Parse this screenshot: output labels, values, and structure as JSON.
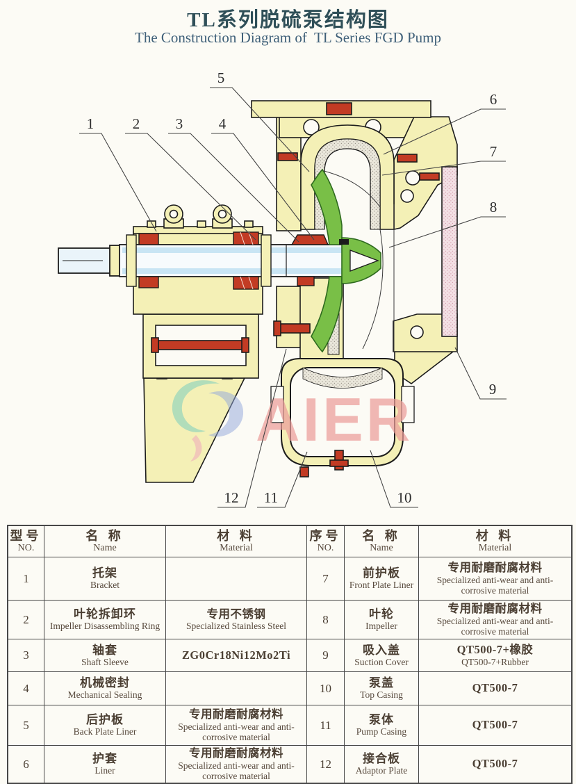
{
  "title": {
    "zh": "TL系列脱硫泵结构图",
    "en": "The Construction Diagram of  TL Series FGD Pump"
  },
  "watermark": {
    "text": "AIER"
  },
  "colors": {
    "casing_yellow": "#F4F0B6",
    "impeller_green": "#79BF47",
    "bolt_red": "#C23B24",
    "shaft_blue": "#CDE7F5",
    "suction_pink_hatch": "#F3E0E5",
    "liner_gray_hatch": "#EAE7DB",
    "title_zh_color": "#2F4F58",
    "title_en_color": "#3E5F78",
    "table_text": "#4B3F33",
    "watermark_red": "#EC9E9B"
  },
  "diagram": {
    "callouts": [
      {
        "n": "1"
      },
      {
        "n": "2"
      },
      {
        "n": "3"
      },
      {
        "n": "4"
      },
      {
        "n": "5"
      },
      {
        "n": "6"
      },
      {
        "n": "7"
      },
      {
        "n": "8"
      },
      {
        "n": "9"
      },
      {
        "n": "10"
      },
      {
        "n": "11"
      },
      {
        "n": "12"
      }
    ]
  },
  "table": {
    "header": {
      "col1_zh": "型号",
      "col1_en": "NO.",
      "col2_zh": "名 称",
      "col2_en": "Name",
      "col3_zh": "材 料",
      "col3_en": "Material",
      "col4_zh": "序号",
      "col4_en": "NO.",
      "col5_zh": "名 称",
      "col5_en": "Name",
      "col6_zh": "材 料",
      "col6_en": "Material"
    },
    "rows": [
      {
        "l_no": "1",
        "l_zh": "托架",
        "l_en": "Bracket",
        "l_mat_zh": "",
        "l_mat_en": "",
        "r_no": "7",
        "r_zh": "前护板",
        "r_en": "Front Plate Liner",
        "r_mat_zh": "专用耐磨耐腐材料",
        "r_mat_en": "Specialized anti-wear and anti-corrosive material"
      },
      {
        "l_no": "2",
        "l_zh": "叶轮拆卸环",
        "l_en": "Impeller Disassembling Ring",
        "l_mat_zh": "专用不锈钢",
        "l_mat_en": "Specialized Stainless Steel",
        "r_no": "8",
        "r_zh": "叶轮",
        "r_en": "Impeller",
        "r_mat_zh": "专用耐磨耐腐材料",
        "r_mat_en": "Specialized anti-wear and anti-corrosive material"
      },
      {
        "l_no": "3",
        "l_zh": "轴套",
        "l_en": "Shaft Sleeve",
        "l_mat_zh": "ZG0Cr18Ni12Mo2Ti",
        "l_mat_en": "",
        "r_no": "9",
        "r_zh": "吸入盖",
        "r_en": "Suction Cover",
        "r_mat_zh": "QT500-7+橡胶",
        "r_mat_en": "QT500-7+Rubber"
      },
      {
        "l_no": "4",
        "l_zh": "机械密封",
        "l_en": "Mechanical Sealing",
        "l_mat_zh": "",
        "l_mat_en": "",
        "r_no": "10",
        "r_zh": "泵盖",
        "r_en": "Top Casing",
        "r_mat_zh": "QT500-7",
        "r_mat_en": ""
      },
      {
        "l_no": "5",
        "l_zh": "后护板",
        "l_en": "Back Plate Liner",
        "l_mat_zh": "专用耐磨耐腐材料",
        "l_mat_en": "Specialized anti-wear and anti-corrosive material",
        "r_no": "11",
        "r_zh": "泵体",
        "r_en": "Pump Casing",
        "r_mat_zh": "QT500-7",
        "r_mat_en": ""
      },
      {
        "l_no": "6",
        "l_zh": "护套",
        "l_en": "Liner",
        "l_mat_zh": "专用耐磨耐腐材料",
        "l_mat_en": "Specialized anti-wear and anti-corrosive material",
        "r_no": "12",
        "r_zh": "接合板",
        "r_en": "Adaptor Plate",
        "r_mat_zh": "QT500-7",
        "r_mat_en": ""
      }
    ]
  }
}
